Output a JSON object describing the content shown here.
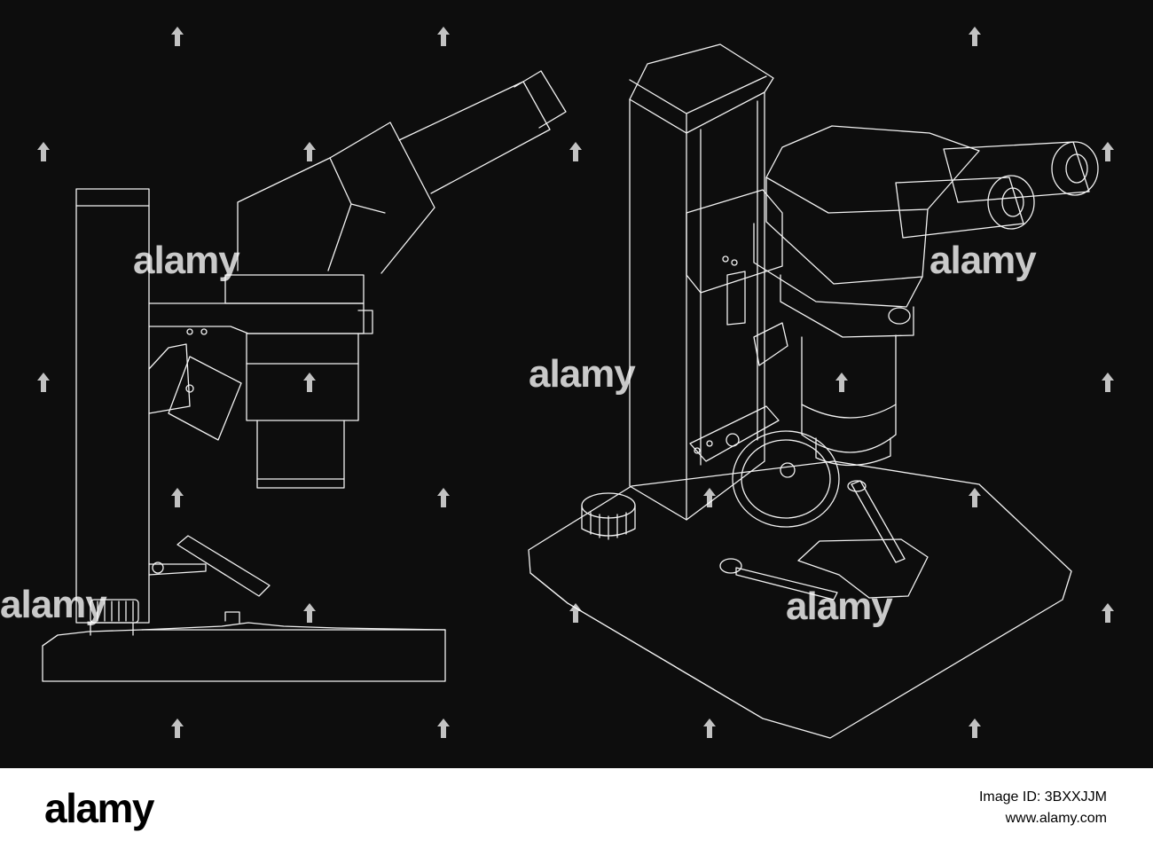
{
  "image": {
    "background_color": "#0d0d0d",
    "line_color": "#f2f2f2",
    "subjects": [
      "microscope side view",
      "microscope isometric view"
    ]
  },
  "watermark": {
    "text": "alamy",
    "pin_icon": "location-pin-icon"
  },
  "footer": {
    "logo": "alamy",
    "image_id": "Image ID: 3BXXJJM",
    "site": "www.alamy.com",
    "background_color": "#ffffff"
  }
}
